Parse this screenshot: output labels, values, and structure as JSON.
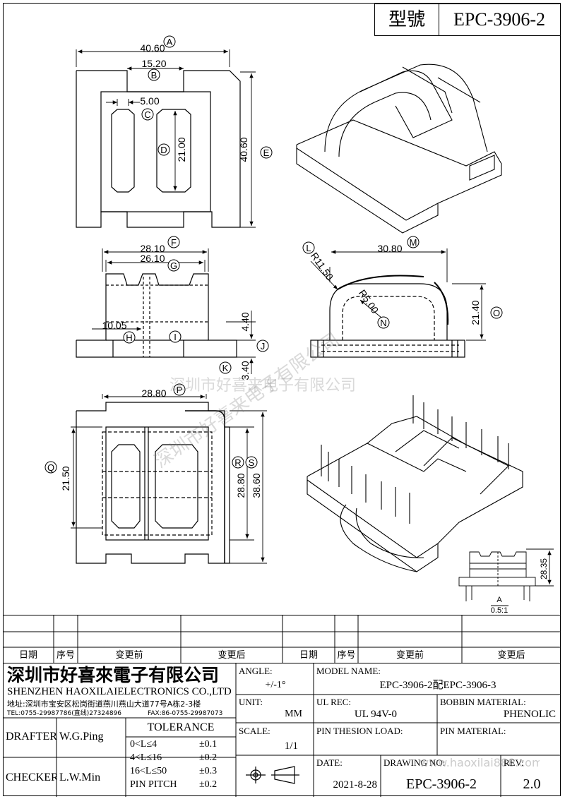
{
  "header": {
    "type_label": "型號",
    "part_number": "EPC-3906-2"
  },
  "dims": {
    "A": "40.60",
    "B": "15.20",
    "C": "5.00",
    "D": "21.00",
    "E": "40.60",
    "F": "28.10",
    "G": "26.10",
    "H": "10.05",
    "J": "4.40",
    "K": "3.40",
    "L": "R11.50",
    "M": "30.80",
    "N": "R5.00",
    "O": "21.40",
    "P": "28.80",
    "Q": "21.50",
    "R": "28.80",
    "S": "38.60",
    "side": "28.35"
  },
  "letters": [
    "A",
    "B",
    "C",
    "D",
    "E",
    "F",
    "G",
    "H",
    "I",
    "J",
    "K",
    "L",
    "M",
    "N",
    "O",
    "P",
    "Q",
    "R",
    "S"
  ],
  "detail": {
    "label": "A",
    "scale": "0.5:1"
  },
  "watermark": {
    "line1": "深圳市好喜来电子有限公司",
    "line2": "深圳市好喜来电子有限公司"
  },
  "revision_table": {
    "headers": [
      "日期",
      "序号",
      "变更前",
      "变更后",
      "日期",
      "序号",
      "变更前",
      "变更后"
    ]
  },
  "company": {
    "name_cn": "深圳市好喜來電子有限公司",
    "name_en": "SHENZHEN HAOXILAIELECTRONICS CO.,LTD",
    "address": "地址:深圳市宝安区松岗街道燕川燕山大道77号A栋2-3楼",
    "tel": "TEL:0755-29987786(直线)27324896",
    "fax": "FAX:86-0755-29987073"
  },
  "title_block": {
    "angle_label": "ANGLE:",
    "angle_value": "+/-1°",
    "model_label": "MODEL NAME:",
    "model_value": "EPC-3906-2配EPC-3906-3",
    "unit_label": "UNIT:",
    "unit_value": "MM",
    "ul_label": "UL REC:",
    "ul_value": "UL 94V-0",
    "bobbin_label": "BOBBIN MATERIAL:",
    "bobbin_value": "PHENOLIC",
    "scale_label": "SCALE:",
    "scale_value": "1/1",
    "pin_tension_label": "PIN THESION LOAD:",
    "pin_material_label": "PIN MATERIAL:",
    "date_label": "DATE:",
    "date_value": "2021-8-28",
    "drawing_label": "DRAWING NO:",
    "drawing_value": "EPC-3906-2",
    "rev_label": "REV:",
    "rev_value": "2.0",
    "site_watermark": "www.haoxilai888.com"
  },
  "people": {
    "drafter_label": "DRAFTER",
    "drafter_value": "W.G.Ping",
    "checker_label": "CHECKER",
    "checker_value": "L.W.Min"
  },
  "tolerance": {
    "title": "TOLERANCE",
    "rows": [
      {
        "range": "0<L≤4",
        "value": "±0.1"
      },
      {
        "range": "4<L≤16",
        "value": "±0.2"
      },
      {
        "range": "16<L≤50",
        "value": "±0.3"
      },
      {
        "range": "PIN PITCH",
        "value": "±0.2"
      }
    ]
  }
}
